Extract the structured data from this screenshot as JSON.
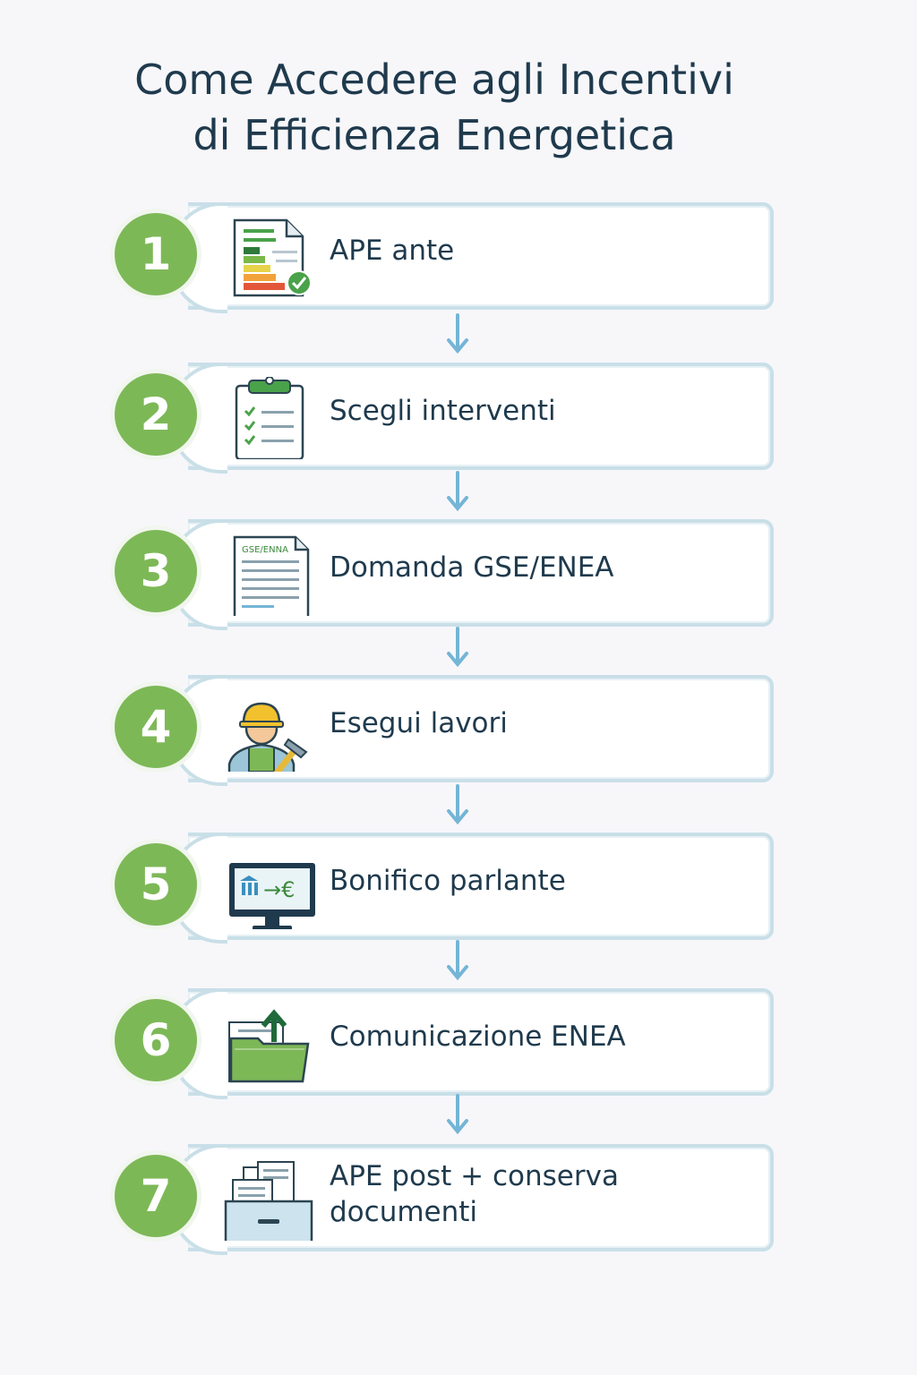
{
  "title": {
    "line1": "Come Accedere agli Incentivi",
    "line2": "di Efficienza Energetica"
  },
  "steps": [
    {
      "number": "1",
      "label": "APE ante",
      "icon": "energy-certificate-icon"
    },
    {
      "number": "2",
      "label": "Scegli interventi",
      "icon": "clipboard-checklist-icon"
    },
    {
      "number": "3",
      "label": "Domanda GSE/ENEA",
      "icon": "application-form-icon",
      "icon_text": "GSE/ENNA"
    },
    {
      "number": "4",
      "label": "Esegui lavori",
      "icon": "construction-worker-icon"
    },
    {
      "number": "5",
      "label": "Bonifico parlante",
      "icon": "bank-transfer-monitor-icon",
      "icon_text": "→€"
    },
    {
      "number": "6",
      "label": "Comunicazione ENEA",
      "icon": "folder-upload-icon"
    },
    {
      "number": "7",
      "label_line1": "APE post + conserva",
      "label_line2": "documenti",
      "icon": "document-archive-icon"
    }
  ],
  "colors": {
    "accent_green": "#7db857",
    "card_border": "#c9dfe8",
    "arrow_blue": "#74b5d6",
    "text_dark": "#1f3a4d"
  }
}
